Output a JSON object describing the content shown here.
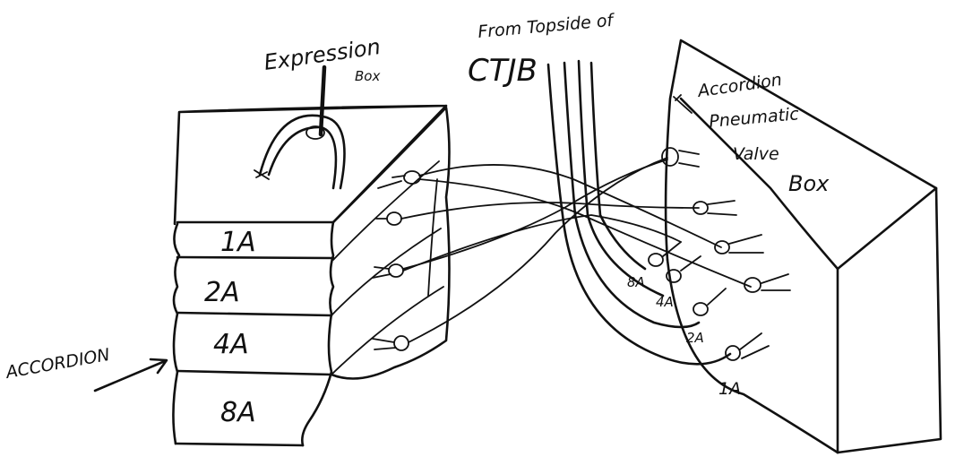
{
  "labels": {
    "expression_box_line1": "Expression",
    "expression_box_line2": "Box",
    "from_topside_line1": "From Topside of",
    "from_topside_line2": "CTJB",
    "valve_box_line1": "Accordion",
    "valve_box_line2": "Pneumatic",
    "valve_box_line3": "Valve",
    "valve_box_line4": "Box",
    "accordion": "ACCORDION",
    "left_rank_1a": "1A",
    "left_rank_2a": "2A",
    "left_rank_4a": "4A",
    "left_rank_8a": "8A",
    "right_valve_8a": "8A",
    "right_valve_4a": "4A",
    "right_valve_2a": "2A",
    "right_valve_1a": "1A"
  }
}
